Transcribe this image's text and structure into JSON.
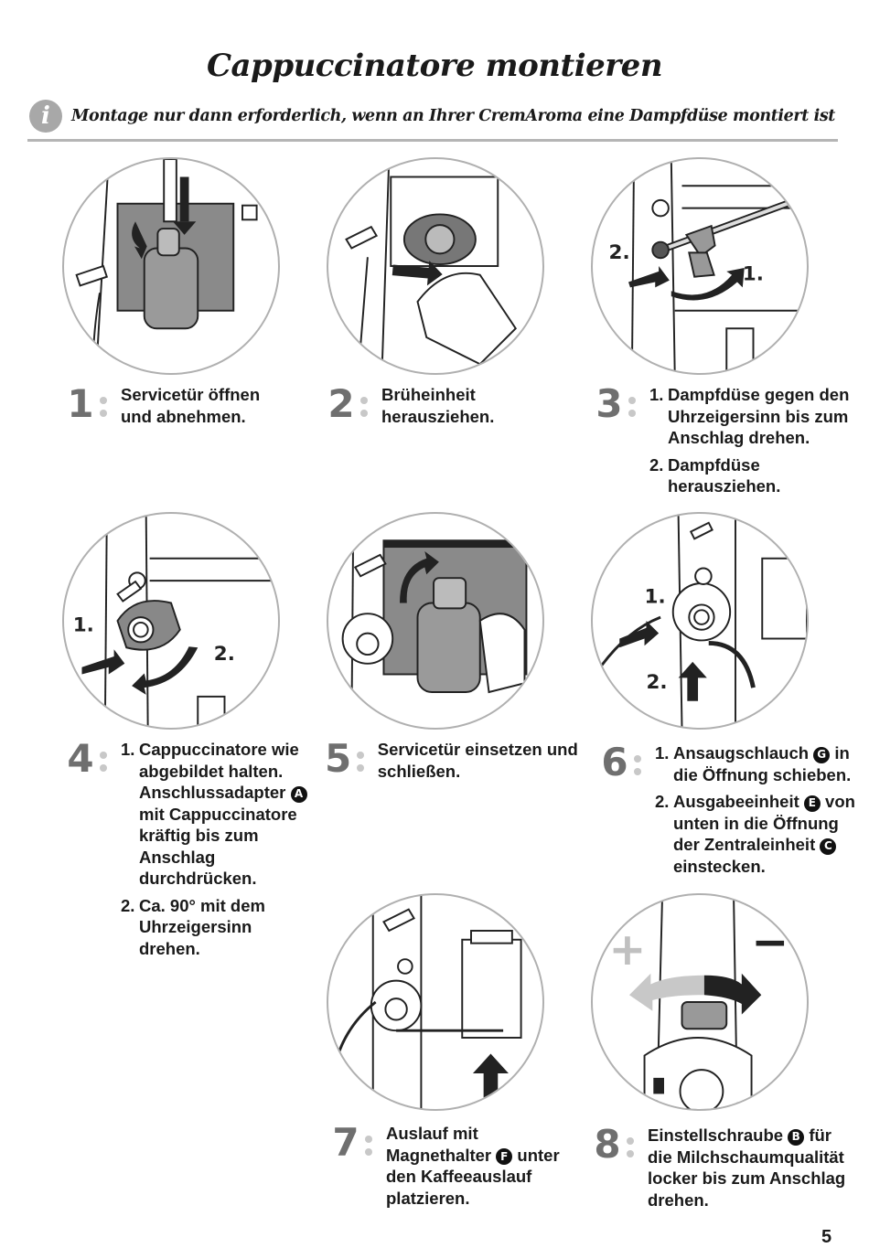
{
  "page": {
    "title": "Cappuccinatore montieren",
    "notice": "Montage nur dann erforderlich, wenn an Ihrer CremAroma eine Dampfdüse montiert ist",
    "page_number": "5"
  },
  "illustrations": {
    "i3": {
      "label1": "1.",
      "label2": "2."
    },
    "i4": {
      "label1": "1.",
      "label2": "2."
    },
    "i6": {
      "label1": "1.",
      "label2": "2."
    },
    "i8": {
      "plus": "+",
      "minus": "−"
    }
  },
  "steps": [
    {
      "number": "1",
      "text": "Servicetür öffnen und abnehmen."
    },
    {
      "number": "2",
      "text": "Brüheinheit herausziehen."
    },
    {
      "number": "3",
      "items": [
        {
          "n": "1.",
          "text": "Dampfdüse gegen den Uhrzeigersinn bis zum Anschlag drehen."
        },
        {
          "n": "2.",
          "text": "Dampfdüse herausziehen."
        }
      ]
    },
    {
      "number": "4",
      "items": [
        {
          "n": "1.",
          "pre": "Cappuccinatore wie abgebildet halten. Anschlussadapter",
          "badge": "A",
          "post": "mit Cappuccinatore kräftig bis zum Anschlag durchdrücken."
        },
        {
          "n": "2.",
          "text": "Ca. 90° mit dem Uhrzeigersinn drehen."
        }
      ]
    },
    {
      "number": "5",
      "text": "Servicetür einsetzen und schließen."
    },
    {
      "number": "6",
      "items": [
        {
          "n": "1.",
          "pre": "Ansaugschlauch",
          "badge": "G",
          "post": "in die Öffnung schieben."
        },
        {
          "n": "2.",
          "pre": "Ausgabeeinheit",
          "badge": "E",
          "post": "von unten in die Öffnung der Zentraleinheit",
          "badge2": "C",
          "post2": "einstecken."
        }
      ]
    },
    {
      "number": "7",
      "pre": "Auslauf mit Magnethalter",
      "badge": "F",
      "post": "unter den Kaffeeauslauf platzieren."
    },
    {
      "number": "8",
      "pre": "Einstellschraube",
      "badge": "B",
      "post": "für die Milchschaumqualität locker bis zum Anschlag drehen."
    }
  ]
}
